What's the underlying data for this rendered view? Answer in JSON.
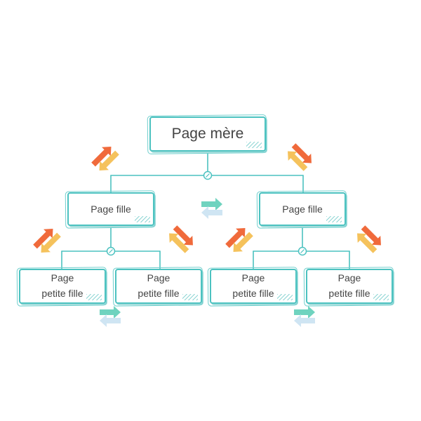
{
  "hierarchy": {
    "root": {
      "label": "Page mère"
    },
    "children": [
      {
        "label": "Page fille",
        "children": [
          {
            "label": "Page\npetite fille"
          },
          {
            "label": "Page\npetite fille"
          }
        ]
      },
      {
        "label": "Page fille",
        "children": [
          {
            "label": "Page\npetite fille"
          },
          {
            "label": "Page\npetite fille"
          }
        ]
      }
    ]
  },
  "colors": {
    "box_border": "#4cc2c0",
    "connector": "#4cc2c0",
    "arrow_orange": "#f06a3b",
    "arrow_yellow": "#f5c25c",
    "arrow_teal": "#6fd3bf",
    "arrow_light_blue": "#cfe5f3"
  },
  "icons": {
    "connector_hub": "link-icon",
    "vertical_arrows": "double-arrow-icon",
    "horizontal_arrows": "swap-arrows-icon"
  }
}
